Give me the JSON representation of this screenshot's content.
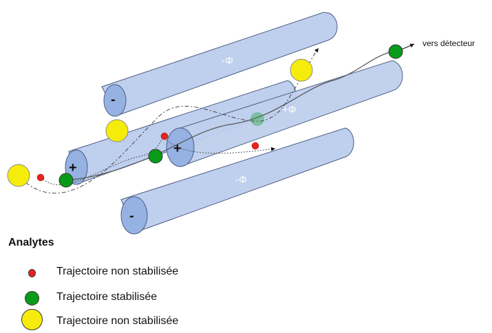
{
  "rods": {
    "top_back_label": "-Φ",
    "top_back_end": "-",
    "top_front_label": "+Φ",
    "top_front_end": "+",
    "bottom_back_label": "+Φ",
    "bottom_back_end": "+",
    "bottom_front_label": "-Φ",
    "bottom_front_end": "-"
  },
  "detector_label": "vers détecteur",
  "legend": {
    "title": "Analytes",
    "items": [
      {
        "label": "Trajectoire non stabilisée",
        "color": "#e8231f"
      },
      {
        "label": "Trajectoire stabilisée",
        "color": "#0a9a1a"
      },
      {
        "label": "Trajectoire non stabilisée",
        "color": "#f5ec0b"
      }
    ]
  },
  "colors": {
    "rod_fill": "#bfcfee",
    "rod_cap": "#96b2e3",
    "rod_stroke": "#4a5a80"
  }
}
